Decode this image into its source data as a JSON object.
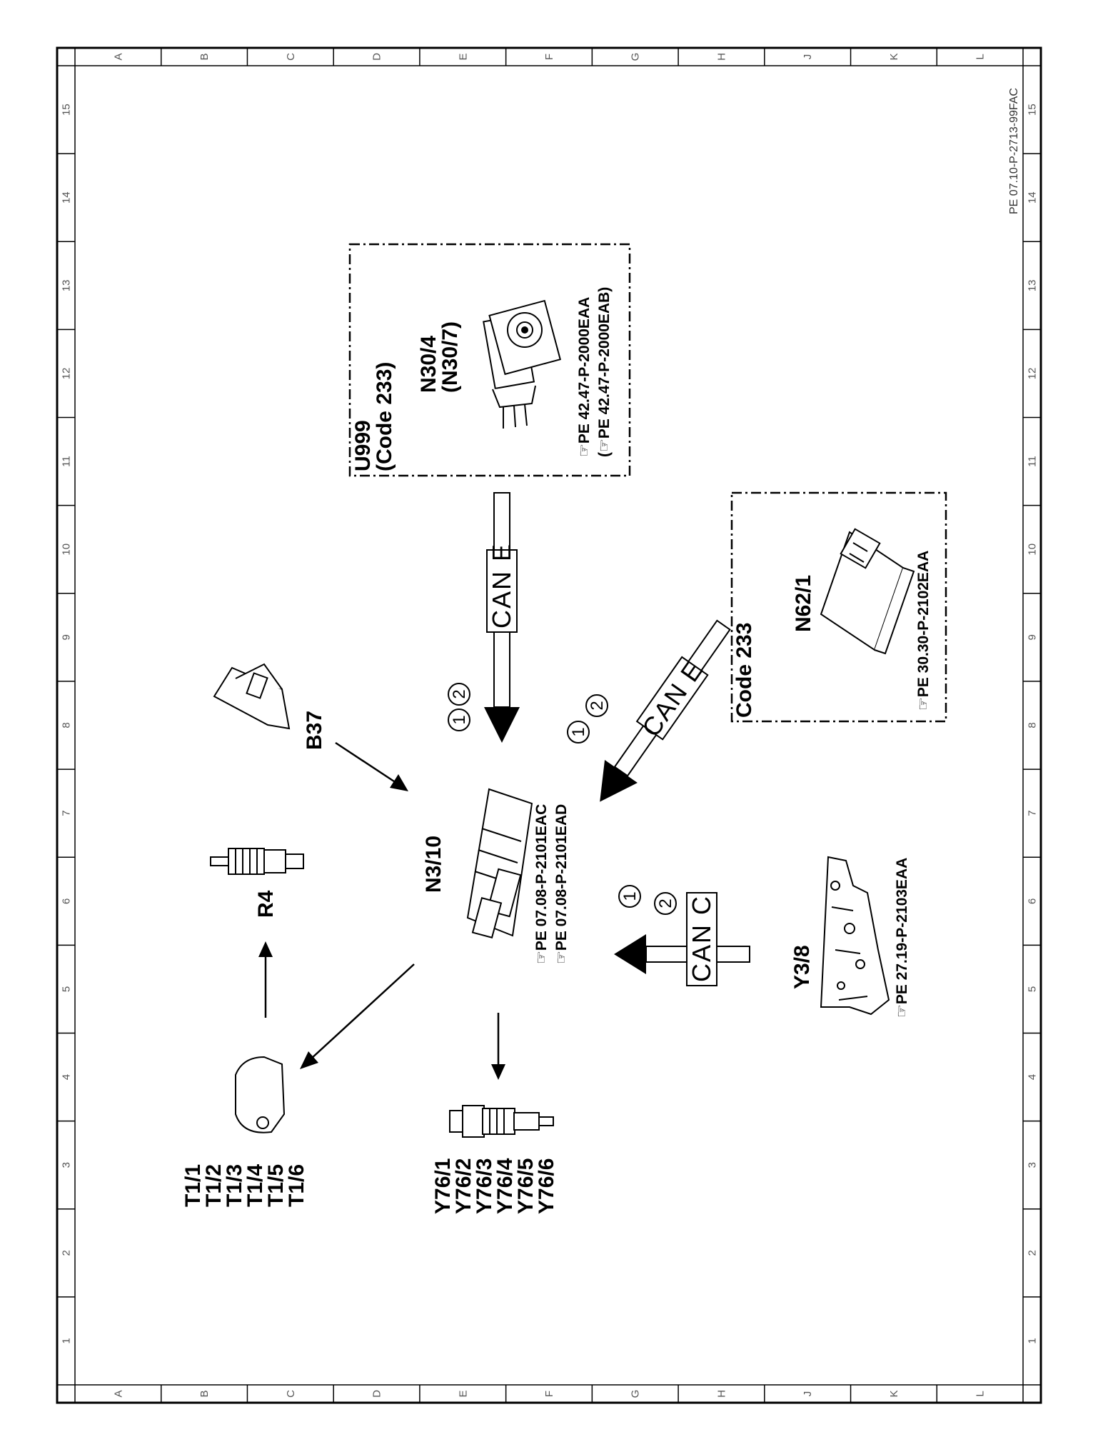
{
  "document_id": "PE 07.10-P-2713-99FAC",
  "grid": {
    "letters": [
      "A",
      "B",
      "C",
      "D",
      "E",
      "F",
      "G",
      "H",
      "J",
      "K",
      "L"
    ],
    "numbers": [
      "1",
      "2",
      "3",
      "4",
      "5",
      "6",
      "7",
      "8",
      "9",
      "10",
      "11",
      "12",
      "13",
      "14",
      "15"
    ]
  },
  "components": {
    "u999": {
      "label": "U999",
      "code": "(Code 233)"
    },
    "n30": {
      "label": "N30/4",
      "alt": "(N30/7)",
      "ref1": "☞PE 42.47-P-2000EAA",
      "ref2": "(☞PE 42.47-P-2000EAB)"
    },
    "n62": {
      "label": "N62/1",
      "code": "Code 233",
      "ref": "☞PE 30.30-P-2102EAA"
    },
    "b37": {
      "label": "B37"
    },
    "r4": {
      "label": "R4"
    },
    "n3": {
      "label": "N3/10",
      "ref1": "☞PE 07.08-P-2101EAC",
      "ref2": "☞PE 07.08-P-2101EAD"
    },
    "y3": {
      "label": "Y3/8",
      "ref": "☞PE 27.19-P-2103EAA"
    },
    "t1": {
      "labels": [
        "T1/1",
        "T1/2",
        "T1/3",
        "T1/4",
        "T1/5",
        "T1/6"
      ]
    },
    "y76": {
      "labels": [
        "Y76/1",
        "Y76/2",
        "Y76/3",
        "Y76/4",
        "Y76/5",
        "Y76/6"
      ]
    }
  },
  "buses": {
    "can_e_top": "CAN E",
    "can_e_right": "CAN E",
    "can_c": "CAN C",
    "circle1": "1",
    "circle2": "2"
  }
}
